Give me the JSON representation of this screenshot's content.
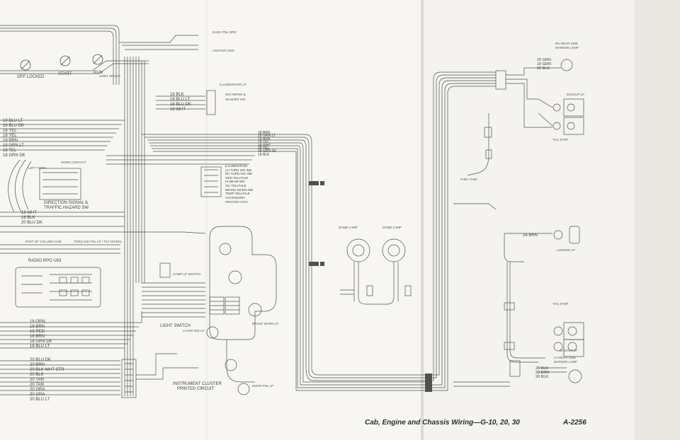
{
  "diagram": {
    "caption": "Cab, Engine and Chassis Wiring—G-10, 20, 30",
    "plate_number": "A-2256",
    "ignition_positions": [
      "OFF LOCKED",
      "START",
      "RUN"
    ],
    "top_labels": {
      "dash_pnl_grd": "DASH PNL GRD",
      "lighter_gnd": "LIGHTER GND",
      "joint_splice": "JOINT SPLICE",
      "ws_wiper": "W/S WIPER &",
      "washer_sw": "WASHER SW",
      "illumination_lp": "ILLUMINATION LP"
    },
    "wiper_wires": [
      "18 BLK",
      "18 BLU LT",
      "18 BLU DK",
      "18 WHT"
    ],
    "left_wires_top": [
      "18 BLU LT",
      "18 BLU DK",
      "18 YEL",
      "18 YEL",
      "18 BRN",
      "18 GRN LT",
      "18 TEL",
      "18 GRN DK"
    ],
    "turn_signal": {
      "left_turn": "LEFT TURN",
      "horn_contact": "HORN CONTACT",
      "label_1": "DIRECTION SIGNAL &",
      "label_2": "TRAFFIC HAZARD SW"
    },
    "left_wires_mid": [
      "18 WHT",
      "18 BLK",
      "20 BLU DK"
    ],
    "column_labels": {
      "part_of_column": "PART OF COLUMN ASM",
      "tilt_wheel": "TORQ IND PNL LP / TILT WHEEL",
      "radio": "RADIO RPO U63"
    },
    "instrument_cluster": {
      "label_1": "INSTRUMENT CLUSTER",
      "label_2": "PRINTED CIRCUIT",
      "light_switch": "LIGHT SWITCH",
      "lh_dir_ind_lp": "LH DIR IND LP",
      "brake_warn_lp": "BRAKE WARN LP",
      "instr_pnl_lp": "INSTR PNL LP",
      "temp_ind_switch": "COMP LP SWITCH"
    },
    "center_wires": [
      "18 BRN",
      "18 GRN LT",
      "18 BRN",
      "18 TEL",
      "18 WHT",
      "18 YEL",
      "18 GRN DK",
      "18 BLK"
    ],
    "center_printed": {
      "label": "PRINTED CIRC.",
      "items": [
        "ILLUMINATION",
        "LH TURN SIG IND",
        "RH TURN SIG IND",
        "GEN TELLTALE",
        "HI BEAM IND",
        "OIL TELLTALE",
        "BRAKE WARN IND",
        "TEMP TELLTALE",
        "ACCESSORY"
      ]
    },
    "bottom_left_wires": [
      "18 ORN",
      "18 BRN",
      "18 RED",
      "18 BRN",
      "18 GRN DK",
      "18 BLU LT",
      "20 BLU DK",
      "20 BRN",
      "20 BLK WHT STR",
      "20 BLK",
      "20 TAN",
      "20 TAN",
      "20 GRA",
      "20 GRA",
      "20 BLU LT"
    ],
    "right_section": {
      "dome_lamp_1": "DOME LAMP",
      "dome_lamp_2": "DOME LAMP",
      "rh_rear_side": "RH REAR SIDE",
      "marker_lamp": "MARKER LAMP",
      "backup_lp_1": "BACKUP LP",
      "backup_lp_2": "BACKUP LP",
      "tail_stop_1": "TAIL STOP",
      "tail_stop_2": "TAIL STOP",
      "license_lp": "LICENSE LP",
      "lh_rear_side": "LH REAR SIDE",
      "marker_lamp_2": "MARKER LAMP",
      "fuel_tank": "FUEL TANK",
      "wires_top": [
        "20 GRN",
        "18 GRN",
        "20 BLK"
      ],
      "wire_lic": "16 BRN",
      "wire_bottom": [
        "20 BLK",
        "20 BRN",
        "20 BLK"
      ]
    },
    "colors": {
      "paper": "#f7f6f3",
      "paper_right": "#f4f3f0",
      "wall": "#e7e4dd",
      "ink": "#4a4a4a"
    }
  }
}
